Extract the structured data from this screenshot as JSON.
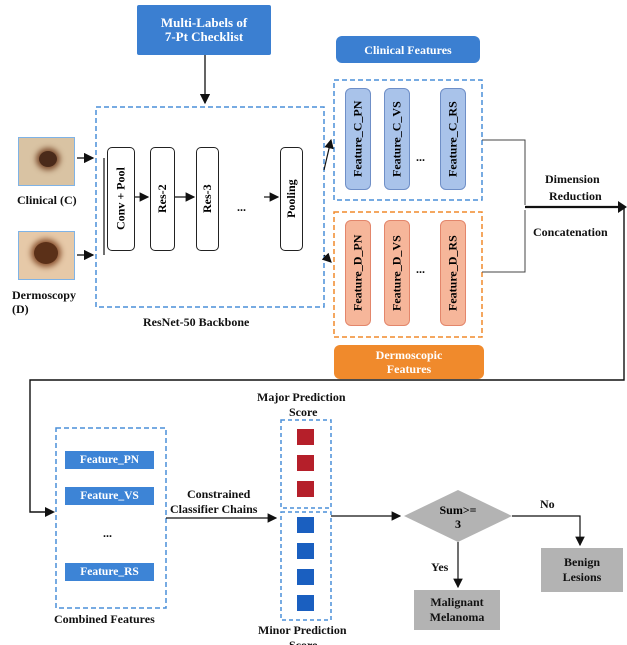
{
  "inputs": {
    "clinical_label": "Clinical (C)",
    "dermoscopy_label": "Dermoscopy (D)"
  },
  "multilabel_box": {
    "line1": "Multi-Labels of",
    "line2": "7-Pt  Checklist"
  },
  "backbone": {
    "caption": "ResNet-50 Backbone",
    "blocks": [
      "Conv + Pool",
      "Res-2",
      "Res-3",
      "Pooling"
    ],
    "ellipsis": "..."
  },
  "clinical_features": {
    "title": "Clinical Features",
    "items": [
      "Feature_C_PN",
      "Feature_C_VS",
      "Feature_C_RS"
    ],
    "ellipsis": "..."
  },
  "dermoscopic_features": {
    "title_line1": "Dermoscopic",
    "title_line2": "Features",
    "items": [
      "Feature_D_PN",
      "Feature_D_VS",
      "Feature_D_RS"
    ],
    "ellipsis": "..."
  },
  "merge": {
    "dimension_line1": "Dimension",
    "dimension_line2": "Reduction",
    "concatenation": "Concatenation"
  },
  "combined": {
    "caption": "Combined Features",
    "items": [
      "Feature_PN",
      "Feature_VS",
      "Feature_RS"
    ],
    "ellipsis": "..."
  },
  "classifier": {
    "line1": "Constrained",
    "line2": "Classifier Chains"
  },
  "scores": {
    "major_line1": "Major Prediction",
    "major_line2": "Score",
    "minor_line1": "Minor Prediction",
    "minor_line2": "Score",
    "major_count": 3,
    "minor_count": 4
  },
  "decision": {
    "condition_line1": "Sum>=",
    "condition_line2": "3",
    "yes": "Yes",
    "no": "No",
    "malignant_line1": "Malignant",
    "malignant_line2": "Melanoma",
    "benign_line1": "Benign",
    "benign_line2": "Lesions"
  },
  "colors": {
    "accent_blue": "#3b7fd1",
    "dashed_blue": "#4a8fd8",
    "clinical_feature": "#a9c3ea",
    "dermoscopic_feature": "#f6b69a",
    "dermoscopic_title": "#f08a2c",
    "major_score": "#b51f2a",
    "minor_score": "#1a5fc0",
    "decision_gray": "#b3b3b3"
  }
}
